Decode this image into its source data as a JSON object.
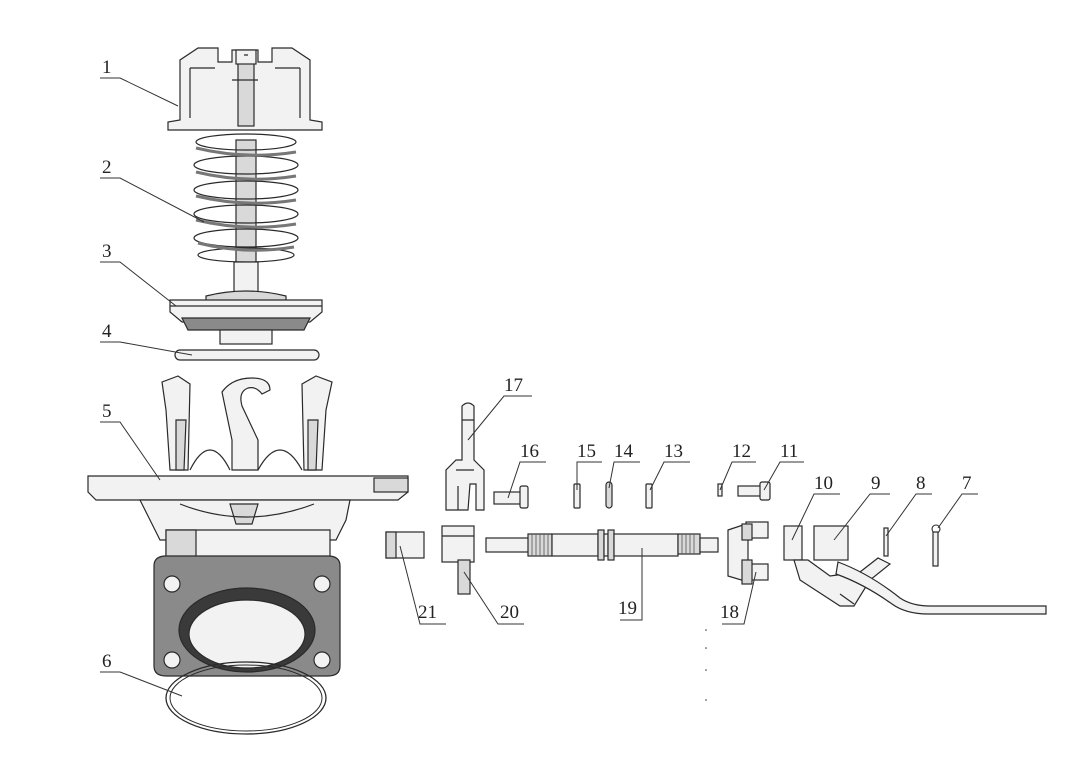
{
  "diagram": {
    "labels": {
      "p1": "1",
      "p2": "2",
      "p3": "3",
      "p4": "4",
      "p5": "5",
      "p6": "6",
      "p7": "7",
      "p8": "8",
      "p9": "9",
      "p10": "10",
      "p11": "11",
      "p12": "12",
      "p13": "13",
      "p14": "14",
      "p15": "15",
      "p16": "16",
      "p17": "17",
      "p18": "18",
      "p19": "19",
      "p20": "20",
      "p21": "21"
    }
  }
}
